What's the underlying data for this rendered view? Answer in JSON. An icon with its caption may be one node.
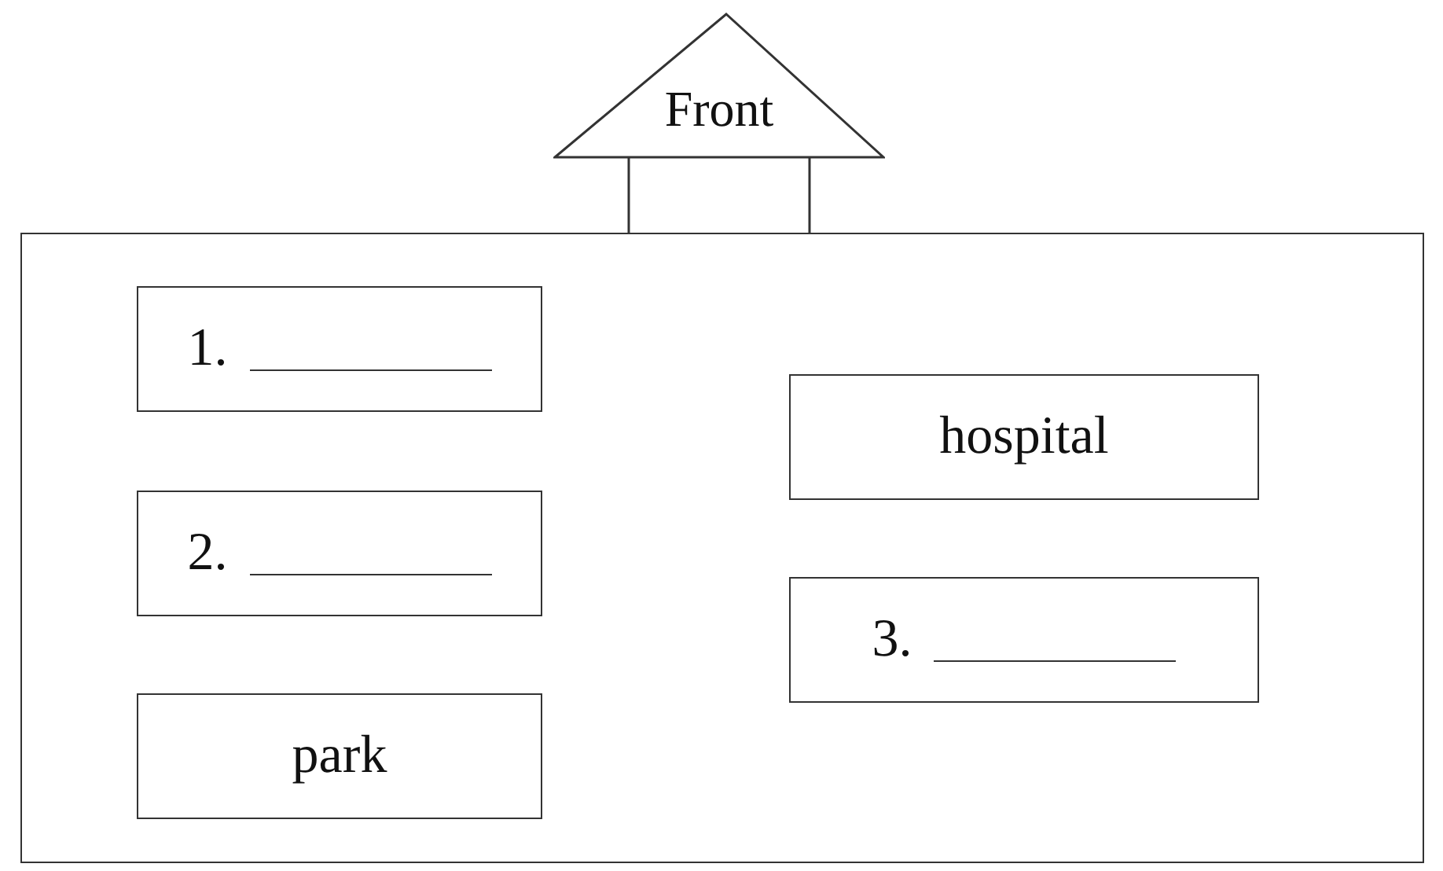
{
  "diagram": {
    "nodes": [
      {
        "text": [
          "Front"
        ]
      },
      {
        "text": [],
        "shape": "box"
      },
      {
        "text": [
          "1."
        ],
        "in": 1
      },
      {
        "text": [
          "hospital"
        ],
        "in": 1
      },
      {
        "text": [
          "2."
        ],
        "in": 1
      },
      {
        "text": [
          "3."
        ],
        "in": 1
      },
      {
        "text": [
          "park"
        ],
        "in": 1
      }
    ],
    "edges": []
  }
}
